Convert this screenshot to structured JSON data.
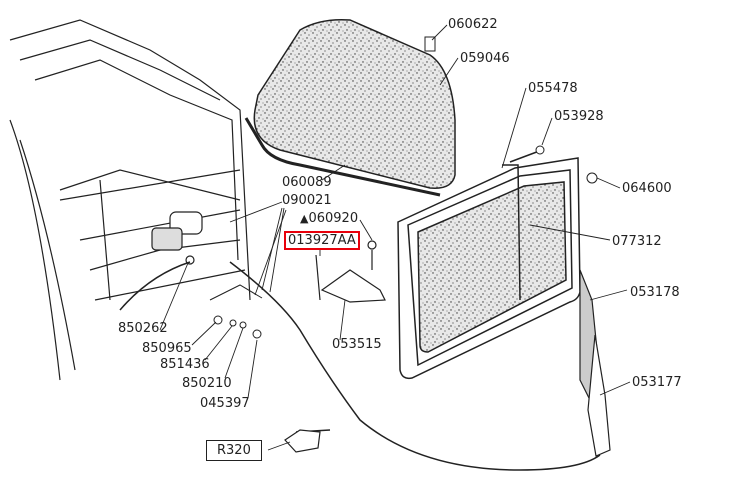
{
  "diagram": {
    "labels": {
      "p060622": "060622",
      "p059046": "059046",
      "p055478": "055478",
      "p053928": "053928",
      "p060089": "060089",
      "p090021": "090021",
      "p060920_mark": "▲",
      "p060920": "060920",
      "p013927AA": "013927AA",
      "p064600": "064600",
      "p077312": "077312",
      "p053178": "053178",
      "p053177": "053177",
      "p850262": "850262",
      "p850965": "850965",
      "p851436": "851436",
      "p850210": "850210",
      "p045397": "045397",
      "p053515": "053515",
      "ref_R320": "R320"
    },
    "colors": {
      "highlight": "#e8000b",
      "line": "#222222",
      "glass_fill": "#d9d9d9"
    }
  }
}
